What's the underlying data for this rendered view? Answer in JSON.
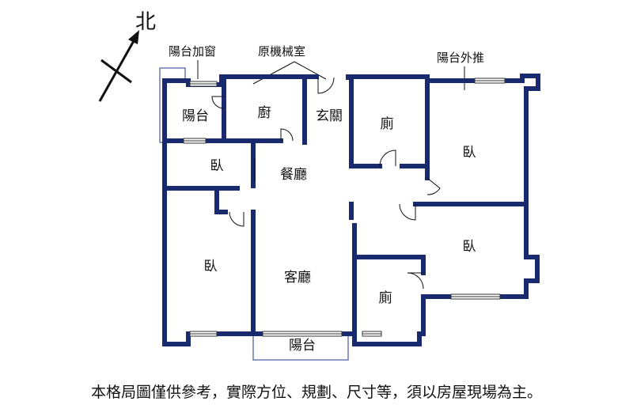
{
  "compass": {
    "label": "北"
  },
  "callouts": {
    "balcony_window": "陽台加窗",
    "machine_room": "原機械室",
    "balcony_extend": "陽台外推"
  },
  "rooms": {
    "balcony_nw": "陽台",
    "kitchen": "廚",
    "entrance": "玄關",
    "toilet_top": "廁",
    "bedroom_ne": "臥",
    "bedroom_small": "臥",
    "dining": "餐廳",
    "bedroom_west": "臥",
    "living": "客廳",
    "bedroom_se": "臥",
    "toilet_bottom": "廁",
    "balcony_south": "陽台"
  },
  "disclaimer": "本格局圖僅供參考，實際方位、規劃、尺寸等，須以房屋現場為主。",
  "colors": {
    "wall": "#1a2a6e",
    "line": "#111111",
    "window_frame": "#333333",
    "balcony_line": "#6a7ab0"
  }
}
